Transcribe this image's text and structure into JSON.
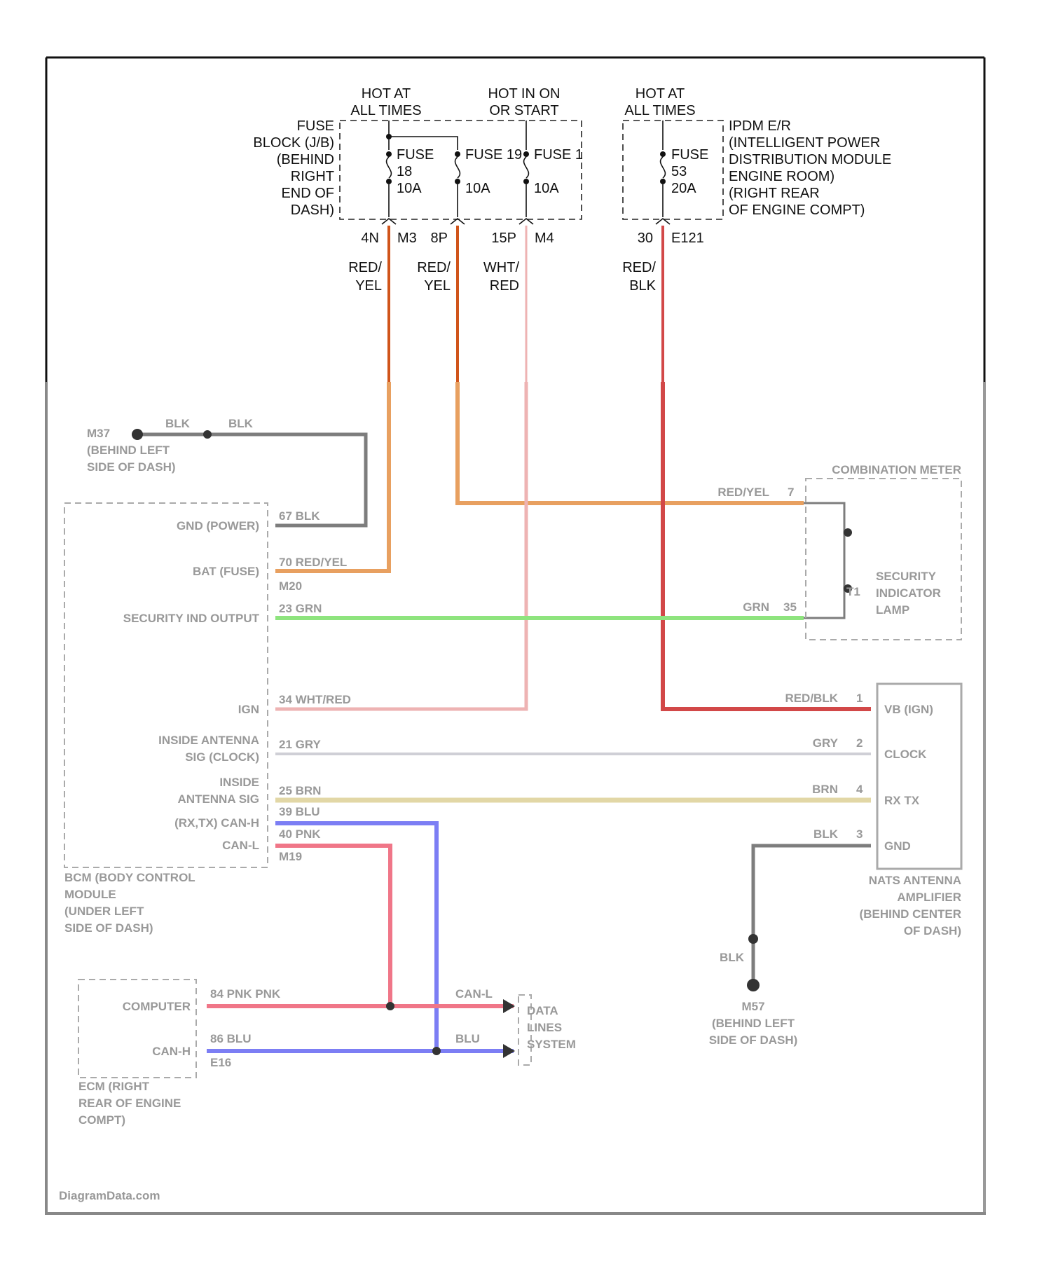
{
  "supplies": {
    "left_hot": [
      "HOT AT",
      "ALL TIMES"
    ],
    "mid_hot": [
      "HOT IN ON",
      "OR START"
    ],
    "right_hot": [
      "HOT AT",
      "ALL TIMES"
    ]
  },
  "fuse_block": {
    "label": [
      "FUSE",
      "BLOCK (J/B)",
      "(BEHIND",
      "RIGHT",
      "END OF",
      "DASH)"
    ],
    "fuses": [
      {
        "name": [
          "FUSE",
          "18",
          "10A"
        ]
      },
      {
        "name": [
          "FUSE 19",
          "10A"
        ]
      },
      {
        "name": [
          "FUSE 1",
          "10A"
        ]
      }
    ]
  },
  "ipdm": {
    "label": [
      "IPDM E/R",
      "(INTELLIGENT POWER",
      "DISTRIBUTION MODULE",
      "ENGINE ROOM)",
      "(RIGHT REAR",
      "OF ENGINE COMPT)"
    ],
    "fuse": [
      "FUSE",
      "53",
      "20A"
    ]
  },
  "connectors": {
    "pin_4n": "4N",
    "m3": "M3",
    "pin_8p": "8P",
    "pin_15p": "15P",
    "m4": "M4",
    "pin_30": "30",
    "e121": "E121"
  },
  "wires": {
    "w1": [
      "RED/",
      "YEL"
    ],
    "w2": [
      "RED/",
      "YEL"
    ],
    "w3": [
      "WHT/",
      "RED"
    ],
    "w4": [
      "RED/",
      "BLK"
    ]
  },
  "colors": {
    "red_yel": "#e8a060",
    "red_yel_top": "#d0541a",
    "wht_red": "#eeb3b3",
    "red_blk": "#d24848",
    "grn": "#8ee47e",
    "gry": "#cfcfd6",
    "brn": "#e2d7a6",
    "blu": "#7c7ef4",
    "pnk": "#f07688",
    "blk": "#7d7d7d"
  },
  "blurred_region": {
    "gnd_ground": {
      "left": "BLK",
      "right": "BLK",
      "name": [
        "M37",
        "(BEHIND LEFT",
        "SIDE OF DASH)"
      ]
    },
    "bcm": {
      "pins": [
        "GND (POWER)",
        "BAT (FUSE)",
        "SECURITY IND OUTPUT",
        "IGN",
        "INSIDE ANTENNA",
        "SIG (CLOCK)",
        "INSIDE",
        "ANTENNA SIG",
        "(RX,TX) CAN-H",
        "CAN-L"
      ],
      "wire_labels": [
        "67 BLK",
        "70 RED/YEL",
        "M20",
        "23 GRN",
        "34 WHT/RED",
        "21 GRY",
        "25 BRN",
        "39 BLU",
        "40 PNK",
        "M19"
      ],
      "name": [
        "BCM (BODY CONTROL",
        "MODULE",
        "(UNDER LEFT",
        "SIDE OF DASH)"
      ]
    },
    "meter": {
      "title": "COMBINATION METER",
      "lamp": [
        "SECURITY",
        "INDICATOR",
        "LAMP"
      ],
      "wire_labels": [
        "RED/YEL",
        "7",
        "GRN",
        "35",
        "T1"
      ]
    },
    "natsamp": {
      "pins": [
        "VB (IGN)",
        "CLOCK",
        "RX TX",
        "GND"
      ],
      "wire_labels": [
        "RED/BLK",
        "1",
        "GRY",
        "2",
        "BRN",
        "4",
        "BLK",
        "3"
      ],
      "name": [
        "NATS ANTENNA",
        "AMPLIFIER",
        "(BEHIND CENTER",
        "OF DASH)"
      ]
    },
    "ecm": {
      "pins": [
        "COMPUTER",
        "CAN-H"
      ],
      "wire_labels": [
        "84 PNK PNK",
        "86 BLU",
        "E16"
      ],
      "name": [
        "ECM (RIGHT",
        "REAR OF ENGINE",
        "COMPT)"
      ]
    },
    "data_lines": {
      "labels": [
        "CAN-L",
        "BLU"
      ],
      "name": [
        "DATA",
        "LINES",
        "SYSTEM"
      ]
    },
    "ground2": {
      "label": "BLK",
      "name": [
        "M57",
        "(BEHIND LEFT",
        "SIDE OF DASH)"
      ]
    },
    "watermark": "DiagramData.com"
  }
}
